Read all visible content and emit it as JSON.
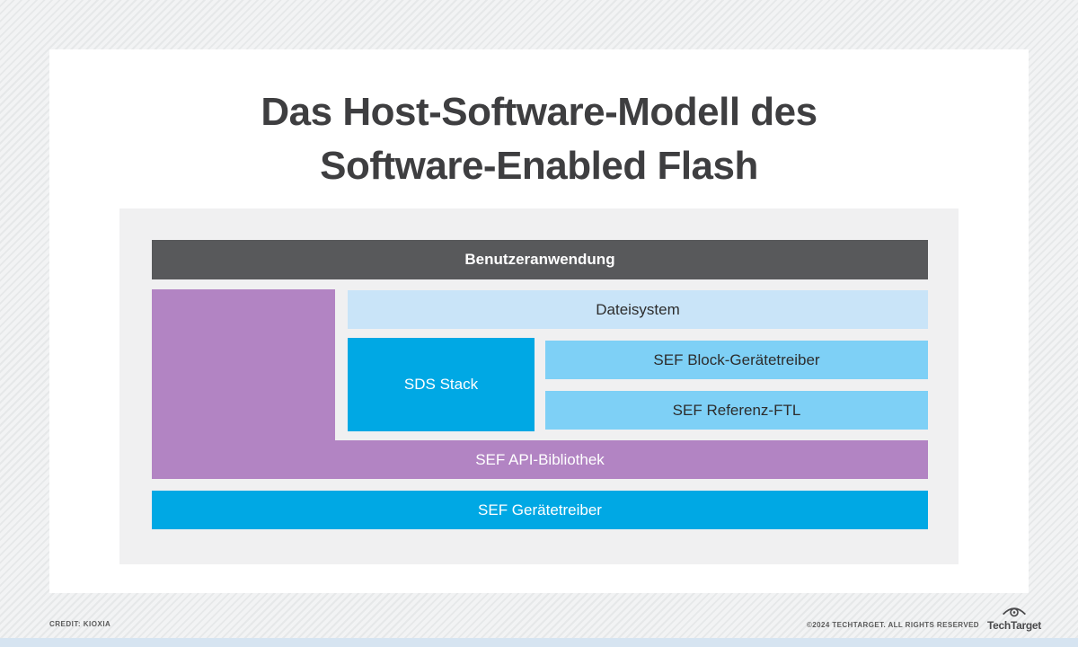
{
  "page": {
    "title_line1": "Das Host-Software-Modell des",
    "title_line2": "Software-Enabled Flash"
  },
  "diagram": {
    "blocks": {
      "user_application": "Benutzeranwendung",
      "filesystem": "Dateisystem",
      "sds_stack": "SDS Stack",
      "sef_block_driver": "SEF Block-Gerätetreiber",
      "sef_reference_ftl": "SEF Referenz-FTL",
      "sef_api_library": "SEF API-Bibliothek",
      "sef_device_driver": "SEF Gerätetreiber"
    },
    "colors": {
      "dark_gray_bar": "#58595b",
      "purple": "#b284c3",
      "very_light_blue": "#c9e4f8",
      "medium_light_blue": "#7ed0f6",
      "bright_blue": "#00a8e4",
      "panel_background": "#f0f0f1"
    }
  },
  "footer": {
    "credit": "CREDIT: KIOXIA",
    "copyright": "©2024 TECHTARGET. ALL RIGHTS RESERVED",
    "logo_text": "TechTarget"
  }
}
